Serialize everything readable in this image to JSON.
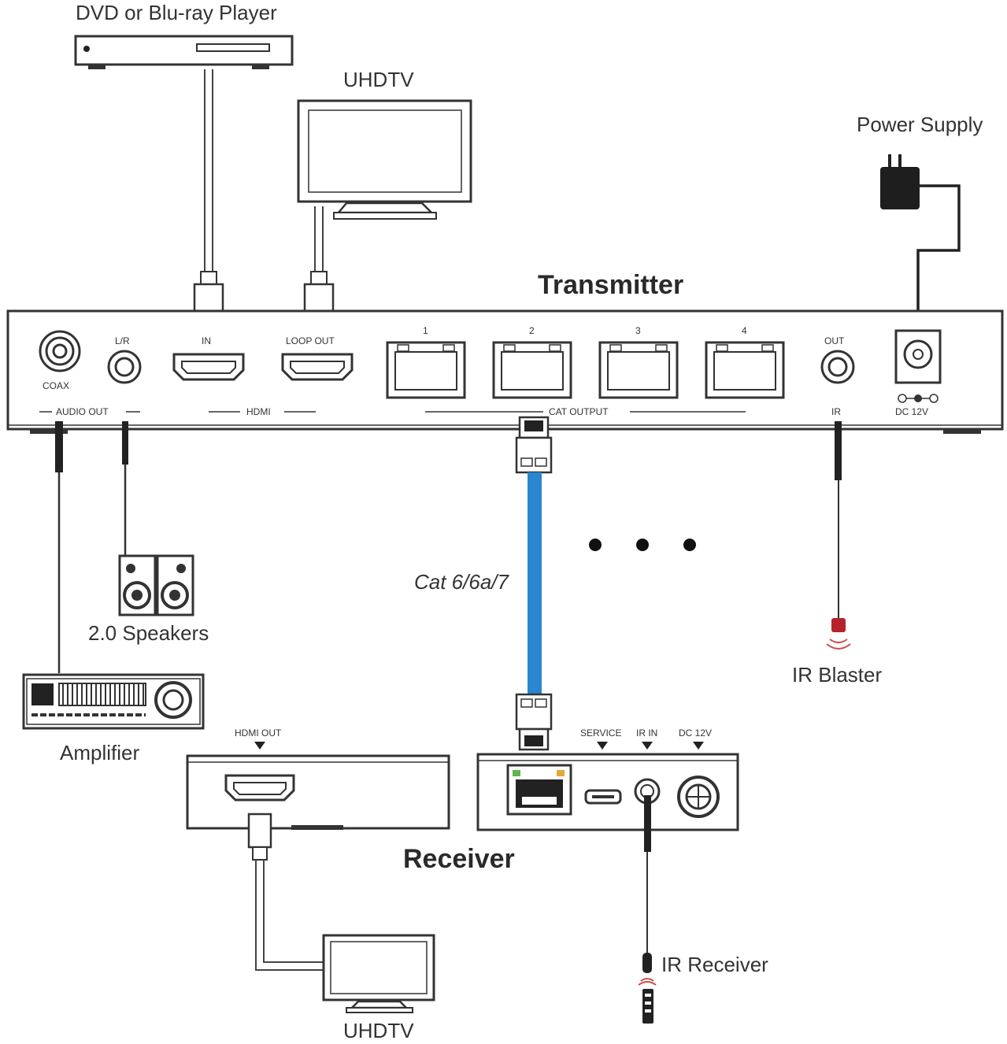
{
  "devices": {
    "player_label": "DVD or Blu-ray Player",
    "uhdtv_top_label": "UHDTV",
    "power_supply_label": "Power Supply",
    "transmitter_label": "Transmitter",
    "speakers_label": "2.0 Speakers",
    "amplifier_label": "Amplifier",
    "ir_blaster_label": "IR Blaster",
    "receiver_label": "Receiver",
    "ir_receiver_label": "IR Receiver",
    "uhdtv_bottom_label": "UHDTV"
  },
  "transmitter_ports": {
    "coax": "COAX",
    "lr": "L/R",
    "hdmi_in": "IN",
    "loop_out": "LOOP OUT",
    "cat1": "1",
    "cat2": "2",
    "cat3": "3",
    "cat4": "4",
    "ir_out": "OUT",
    "audio_out": "AUDIO OUT",
    "hdmi_group": "HDMI",
    "cat_output": "CAT OUTPUT",
    "ir_group": "IR",
    "dc": "DC 12V"
  },
  "receiver_ports": {
    "hdmi_out": "HDMI OUT",
    "service": "SERVICE",
    "ir_in": "IR IN",
    "dc": "DC 12V"
  },
  "cable_label": "Cat 6/6a/7",
  "colors": {
    "cat_cable": "#2a86cf",
    "ir_blaster_red": "#b5232b",
    "outline": "#333333"
  }
}
